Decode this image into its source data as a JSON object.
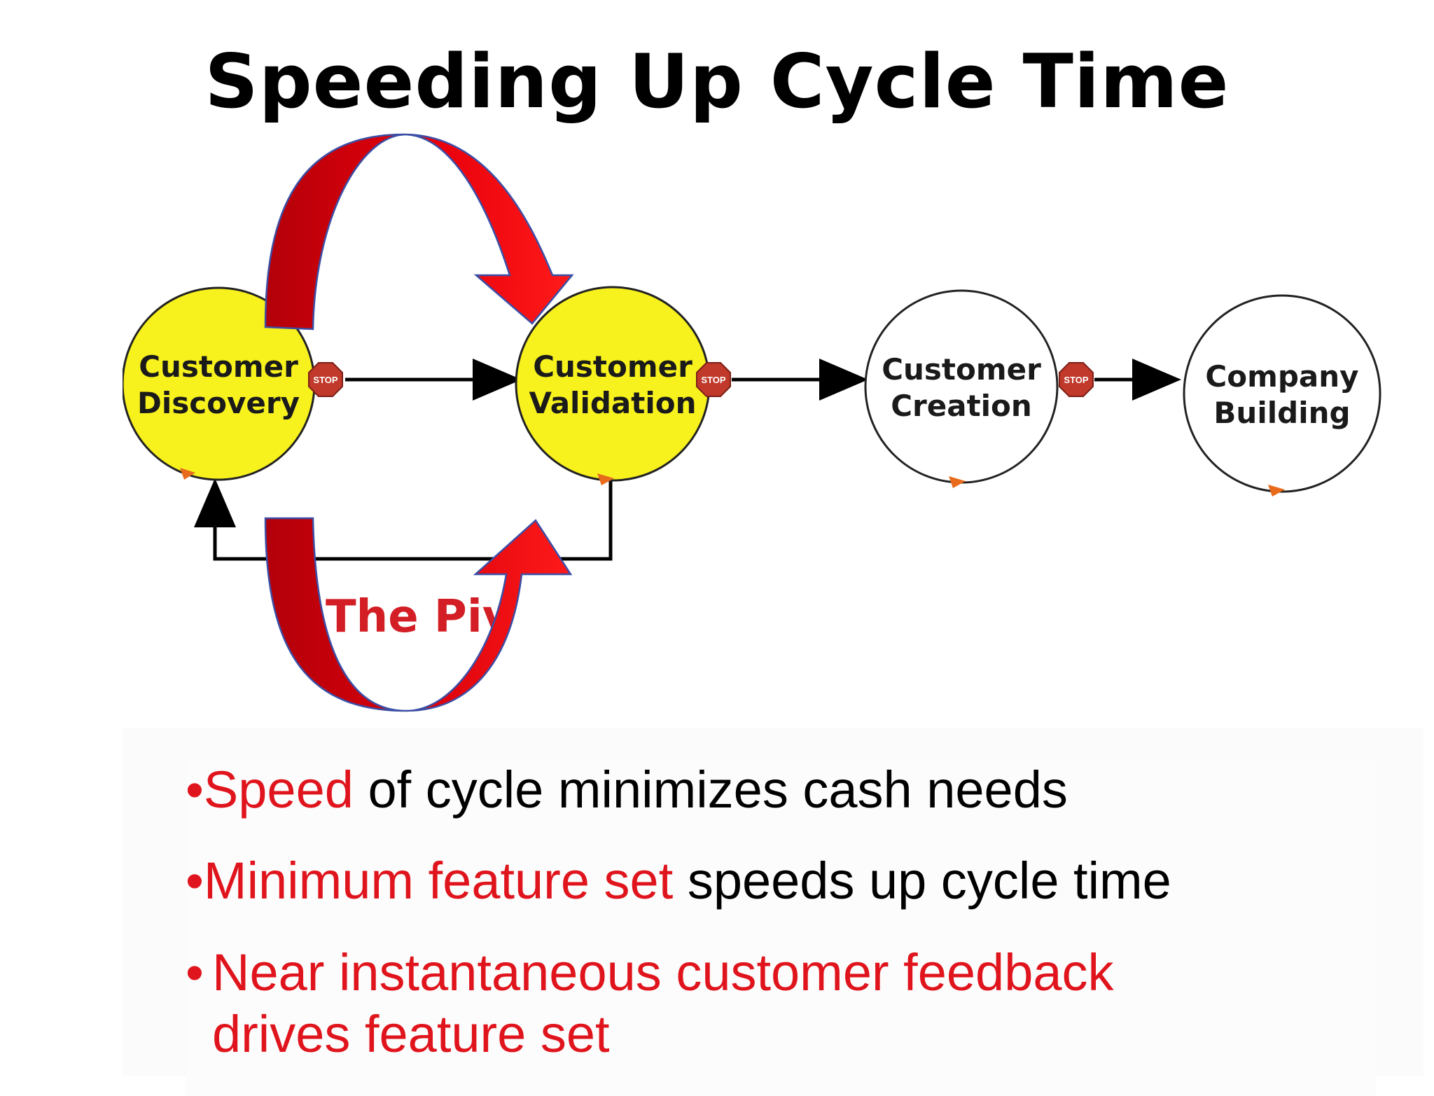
{
  "title": "Speeding Up Cycle Time",
  "stages": [
    {
      "label_line1": "Customer",
      "label_line2": "Discovery",
      "fill": "#f7f11e"
    },
    {
      "label_line1": "Customer",
      "label_line2": "Validation",
      "fill": "#f7f11e"
    },
    {
      "label_line1": "Customer",
      "label_line2": "Creation",
      "fill": "#ffffff"
    },
    {
      "label_line1": "Company",
      "label_line2": "Building",
      "fill": "#ffffff"
    }
  ],
  "stop_sign_text": "STOP",
  "pivot_label": "The Piv",
  "bullets": [
    {
      "marker": "•",
      "highlight": "Speed",
      "rest": " of cycle minimizes cash needs"
    },
    {
      "marker": "•",
      "highlight": "Minimum feature set",
      "rest": " speeds up cycle time"
    },
    {
      "marker": "•",
      "line1": "Near instantaneous customer feedback",
      "line2": "drives feature set"
    }
  ],
  "colors": {
    "highlight_red": "#e0141c",
    "arrow_red": "#e8000b",
    "arrow_outline": "#3b4fa6",
    "stage_yellow": "#f7f11e",
    "stop_sign": "#c0392b"
  }
}
